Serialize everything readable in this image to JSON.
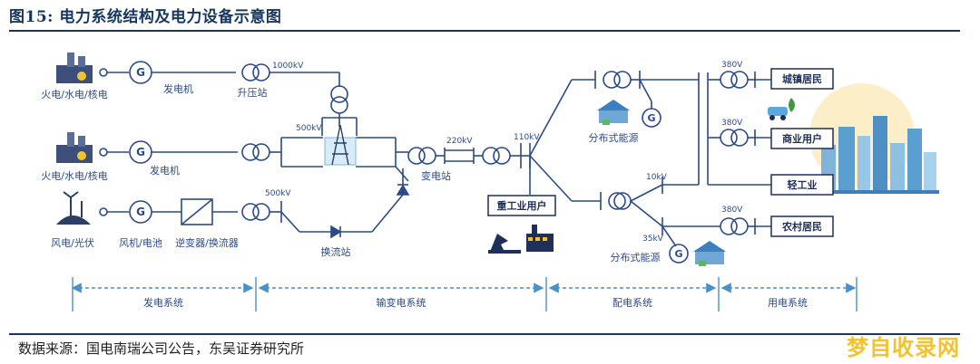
{
  "header": {
    "title": "图15: 电力系统结构及电力设备示意图"
  },
  "footer": {
    "source": "数据来源：国电南瑞公司公告，东吴证券研究所",
    "watermark": "梦自收录网"
  },
  "labels": {
    "gen_row1": "火电/水电/核电",
    "gen_row2": "火电/水电/核电",
    "gen_row3": "风电/光伏",
    "generator1": "发电机",
    "generator2": "发电机",
    "generator3": "风机/电池",
    "inverter": "逆变器/换流器",
    "step_up": "升压站",
    "kv_1000": "1000kV",
    "kv_500_a": "500kV",
    "kv_500_b": "500kV",
    "converter": "换流站",
    "substation": "变电站",
    "kv_220": "220kV",
    "kv_110": "110kV",
    "heavy_user": "重工业用户",
    "dist_energy1": "分布式能源",
    "dist_energy2": "分布式能源",
    "kv_10": "10kV",
    "kv_35": "35kV",
    "kv_380_1": "380V",
    "kv_380_2": "380V",
    "kv_380_3": "380V",
    "user_urban": "城镇居民",
    "user_commercial": "商业用户",
    "user_light": "轻工业",
    "user_rural": "农村居民",
    "g_symbol": "G"
  },
  "sections": [
    "发电系统",
    "输变电系统",
    "配电系统",
    "用电系统"
  ],
  "colors": {
    "line": "#2b4a86",
    "accent": "#4a90c8",
    "box_border": "#1f2f5a"
  }
}
